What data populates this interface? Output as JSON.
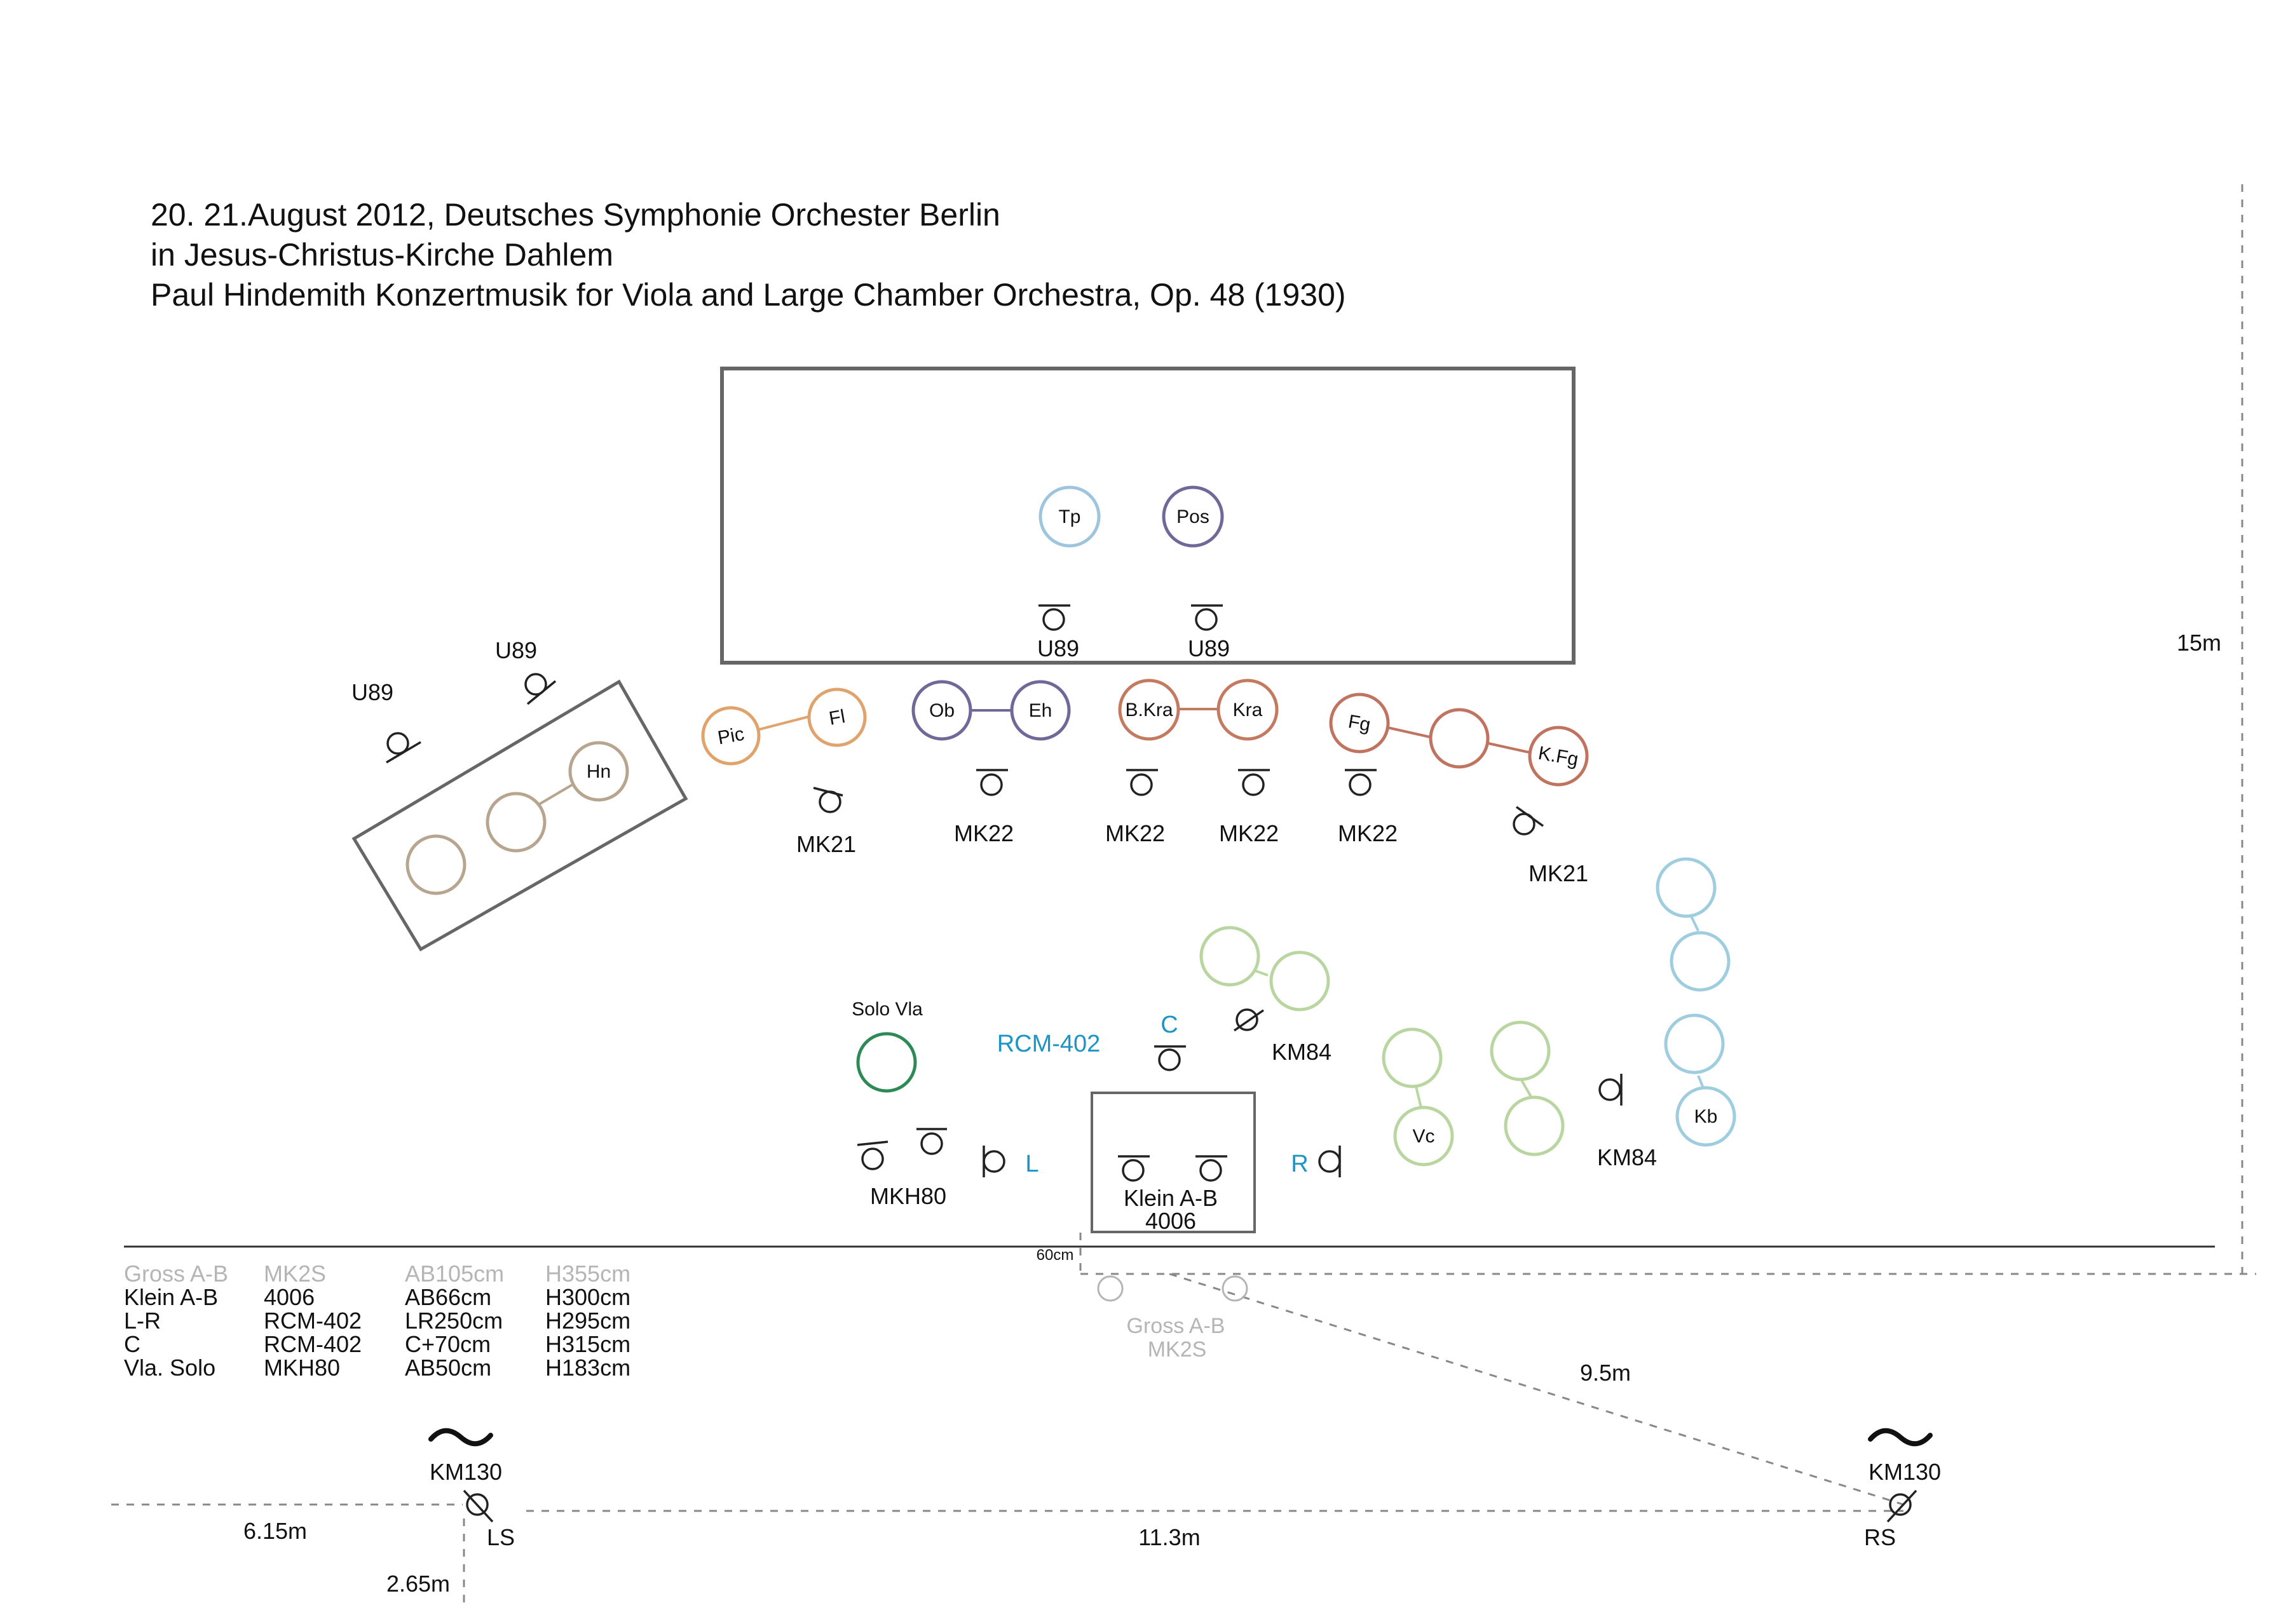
{
  "title": {
    "line1": "20. 21.August 2012, Deutsches Symphonie Orchester Berlin",
    "line2": "in Jesus-Christus-Kirche Dahlem",
    "line3": "Paul Hindemith Konzertmusik for Viola and Large Chamber Orchestra, Op. 48 (1930)"
  },
  "colors": {
    "trumpet": "#9ec5de",
    "trombone": "#6f6899",
    "horn": "#b7a58f",
    "flute": "#e0a36b",
    "oboe": "#6f6899",
    "clarinet": "#c47a5f",
    "bassoon": "#c07460",
    "cello": "#b9d6a0",
    "bass": "#9ecde0",
    "solo_viola": "#2e8a55",
    "mic_accent": "#1b95c8",
    "grey_text": "#b5b5b5",
    "outline": "#666666"
  },
  "instruments": {
    "tp": "Tp",
    "pos": "Pos",
    "hn": "Hn",
    "pic": "Pic",
    "fl": "Fl",
    "ob": "Ob",
    "eh": "Eh",
    "bkra": "B.Kra",
    "kra": "Kra",
    "fg": "Fg",
    "kfg": "K.Fg",
    "vc": "Vc",
    "kb": "Kb",
    "solo_vla": "Solo Vla"
  },
  "mics": {
    "u89_tp": "U89",
    "u89_pos": "U89",
    "u89_horn_left": "U89",
    "u89_horn_right": "U89",
    "mk21_left": "MK21",
    "mk22_oboe": "MK22",
    "mk22_bkra": "MK22",
    "mk22_kra": "MK22",
    "mk22_fg": "MK22",
    "mk21_right": "MK21",
    "rcm402": "RCM-402",
    "c": "C",
    "km84_upper": "KM84",
    "km84_right": "KM84",
    "mkh80": "MKH80",
    "l": "L",
    "r": "R",
    "klein_ab": "Klein A-B",
    "klein_model": "4006",
    "gross_ab": "Gross  A-B",
    "gross_model": "MK2S",
    "km130_left": "KM130",
    "km130_right": "KM130",
    "ls": "LS",
    "rs": "RS"
  },
  "dimensions": {
    "depth": "15m",
    "offset_60": "60cm",
    "diag": "9.5m",
    "left_dist": "6.15m",
    "width": "11.3m",
    "down_dist": "2.65m"
  },
  "spec_table": {
    "rows": [
      [
        "Gross A-B",
        "MK2S",
        "AB105cm",
        "H355cm"
      ],
      [
        "Klein A-B",
        "4006",
        "AB66cm",
        "H300cm"
      ],
      [
        "L-R",
        "RCM-402",
        "LR250cm",
        "H295cm"
      ],
      [
        "C",
        "RCM-402",
        "C+70cm",
        "H315cm"
      ],
      [
        "Vla. Solo",
        "MKH80",
        "AB50cm",
        "H183cm"
      ]
    ]
  }
}
